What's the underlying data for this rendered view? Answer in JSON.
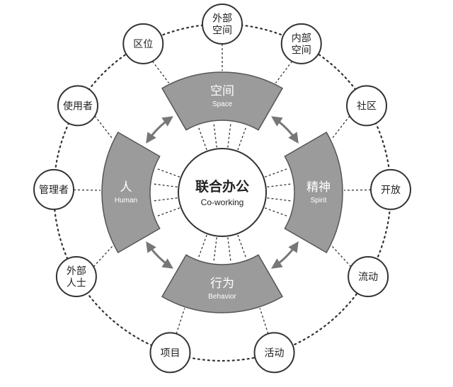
{
  "center": {
    "title": "联合办公",
    "subtitle": "Co-working"
  },
  "sectors": [
    {
      "id": "space",
      "title": "空间",
      "subtitle": "Space"
    },
    {
      "id": "spirit",
      "title": "精神",
      "subtitle": "Spirit"
    },
    {
      "id": "behavior",
      "title": "行为",
      "subtitle": "Behavior"
    },
    {
      "id": "human",
      "title": "人",
      "subtitle": "Human"
    }
  ],
  "nodes": [
    {
      "id": "external-space",
      "lines": [
        "外部",
        "空间"
      ]
    },
    {
      "id": "internal-space",
      "lines": [
        "内部",
        "空间"
      ]
    },
    {
      "id": "community",
      "lines": [
        "社区"
      ]
    },
    {
      "id": "open",
      "lines": [
        "开放"
      ]
    },
    {
      "id": "flow",
      "lines": [
        "流动"
      ]
    },
    {
      "id": "activity",
      "lines": [
        "活动"
      ]
    },
    {
      "id": "project",
      "lines": [
        "项目"
      ]
    },
    {
      "id": "external-people",
      "lines": [
        "外部",
        "人士"
      ]
    },
    {
      "id": "manager",
      "lines": [
        "管理者"
      ]
    },
    {
      "id": "user",
      "lines": [
        "使用者"
      ]
    },
    {
      "id": "area",
      "lines": [
        "区位"
      ]
    }
  ],
  "colors": {
    "sector_fill": "#9b9b9b",
    "sector_stroke": "#555555",
    "line": "#333333",
    "node_stroke": "#333333",
    "text_dark": "#222222",
    "text_light": "#ffffff",
    "arrow": "#777777"
  }
}
